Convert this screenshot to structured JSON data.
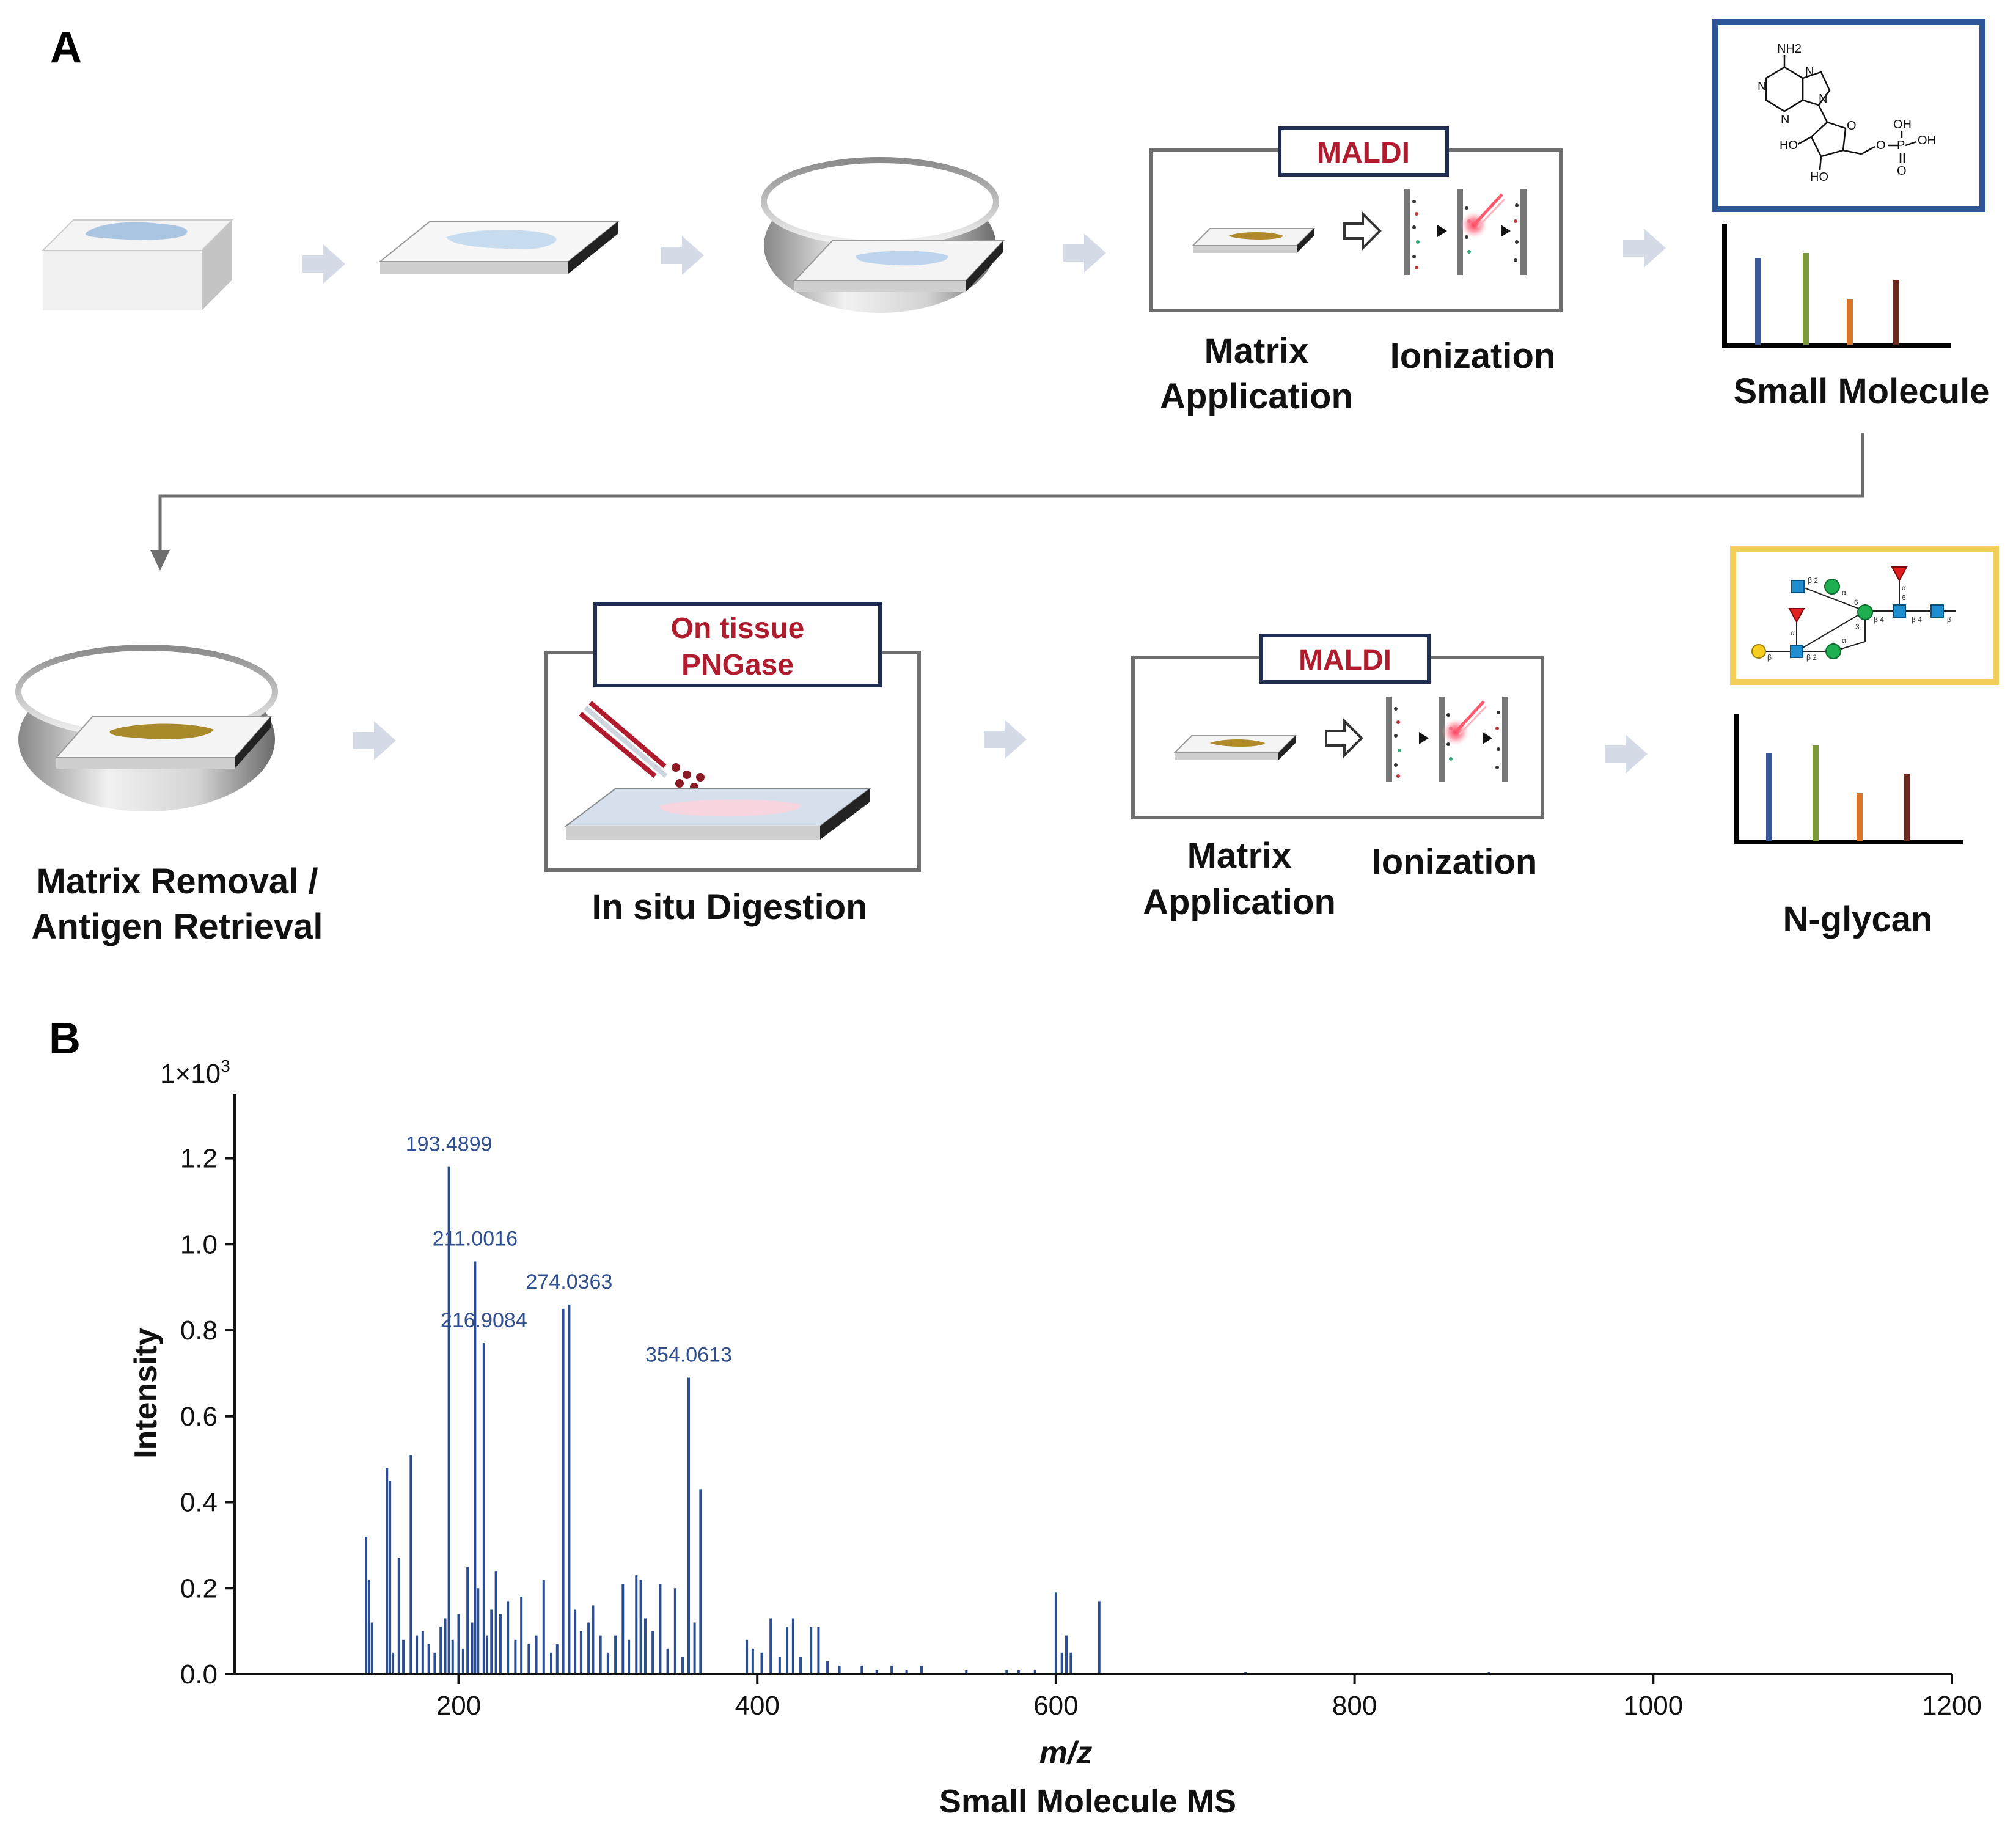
{
  "panel_a": {
    "letter": "A",
    "maldi_label": "MALDI",
    "matrix_application_line1": "Matrix",
    "matrix_application_line2": "Application",
    "ionization": "Ionization",
    "small_molecule": "Small Molecule",
    "matrix_removal_line1": "Matrix Removal /",
    "matrix_removal_line2": "Antigen Retrieval",
    "on_tissue_line1": "On tissue",
    "on_tissue_line2": "PNGase",
    "in_situ_digestion": "In situ Digestion",
    "n_glycan": "N-glycan",
    "chem_labels": {
      "nh2": "NH2",
      "n1": "N",
      "n2": "N",
      "n3": "N",
      "n4": "N",
      "o_ring": "O",
      "ho1": "HO",
      "ho2": "HO",
      "o_link": "O",
      "p": "P",
      "oh1": "OH",
      "oh2": "OH",
      "o_dbl": "O"
    },
    "glycan_labels": {
      "b2a": "β 2",
      "b2b": "β 2",
      "b4a": "β 4",
      "b4b": "β 4",
      "a1": "α",
      "a2": "α",
      "a3": "α",
      "a4": "α",
      "s6a": "6",
      "s6b": "6",
      "s3": "3",
      "bb": "β",
      "bend": "β"
    },
    "mini_bar_colors": [
      "#3b5998",
      "#7a9a3a",
      "#d9762b",
      "#6b2a20"
    ],
    "small_molecule_border_color": "#2e5597",
    "n_glycan_border_color": "#f2cf5b",
    "maldi_box_border_color": "#1f2d52"
  },
  "panel_b": {
    "letter": "B",
    "chart_data": {
      "type": "bar",
      "title": "Small Molecule MS",
      "xlabel": "m/z",
      "ylabel": "Intensity",
      "y_multiplier_label": "1×10",
      "y_multiplier_exponent": "3",
      "xlim": [
        50,
        1200
      ],
      "ylim": [
        0,
        1.35
      ],
      "x_ticks": [
        200,
        400,
        600,
        800,
        1000,
        1200
      ],
      "x_tick_labels": [
        "200",
        "400",
        "600",
        "800",
        "1000",
        "1200"
      ],
      "y_ticks": [
        0,
        0.2,
        0.4,
        0.6,
        0.8,
        1.0,
        1.2
      ],
      "y_tick_labels": [
        "0.0",
        "0.2",
        "0.4",
        "0.6",
        "0.8",
        "1.0",
        "1.2"
      ],
      "color": "#2b4d91",
      "grid": false,
      "series": [
        {
          "x": [
            138,
            140,
            142,
            152,
            154,
            156,
            160,
            163,
            168,
            172,
            176,
            180,
            184,
            188,
            191,
            193.4899,
            196,
            200,
            203,
            206,
            209,
            211.0016,
            213,
            216.9084,
            219,
            222,
            225,
            228,
            233,
            238,
            242,
            247,
            252,
            257,
            262,
            266,
            270,
            274.0363,
            278,
            282,
            287,
            290,
            295,
            300,
            305,
            310,
            314,
            319,
            322,
            325,
            330,
            335,
            340,
            345,
            350,
            354.0613,
            358,
            362,
            393,
            397,
            403,
            409,
            415,
            420,
            424,
            429,
            436,
            441,
            447,
            455,
            470,
            480,
            490,
            500,
            510,
            540,
            567,
            575,
            586,
            600,
            604,
            607,
            610,
            629,
            727,
            890
          ],
          "values": [
            0.32,
            0.22,
            0.12,
            0.48,
            0.45,
            0.05,
            0.27,
            0.08,
            0.51,
            0.09,
            0.1,
            0.07,
            0.05,
            0.11,
            0.13,
            1.18,
            0.08,
            0.14,
            0.06,
            0.25,
            0.12,
            0.96,
            0.2,
            0.77,
            0.09,
            0.15,
            0.24,
            0.14,
            0.17,
            0.08,
            0.18,
            0.07,
            0.09,
            0.22,
            0.05,
            0.07,
            0.85,
            0.86,
            0.15,
            0.1,
            0.12,
            0.16,
            0.09,
            0.05,
            0.09,
            0.21,
            0.08,
            0.23,
            0.22,
            0.13,
            0.1,
            0.21,
            0.06,
            0.2,
            0.04,
            0.69,
            0.12,
            0.43,
            0.08,
            0.06,
            0.05,
            0.13,
            0.04,
            0.11,
            0.13,
            0.04,
            0.11,
            0.11,
            0.03,
            0.02,
            0.02,
            0.01,
            0.02,
            0.01,
            0.02,
            0.01,
            0.01,
            0.01,
            0.01,
            0.19,
            0.05,
            0.09,
            0.05,
            0.17,
            0.005,
            0.005
          ]
        }
      ],
      "annotations": [
        {
          "x": 193.4899,
          "y": 1.18,
          "text": "193.4899"
        },
        {
          "x": 211.0016,
          "y": 0.96,
          "text": "211.0016"
        },
        {
          "x": 216.9084,
          "y": 0.77,
          "text": "216.9084"
        },
        {
          "x": 274.0363,
          "y": 0.86,
          "text": "274.0363"
        },
        {
          "x": 354.0613,
          "y": 0.69,
          "text": "354.0613"
        }
      ]
    }
  }
}
